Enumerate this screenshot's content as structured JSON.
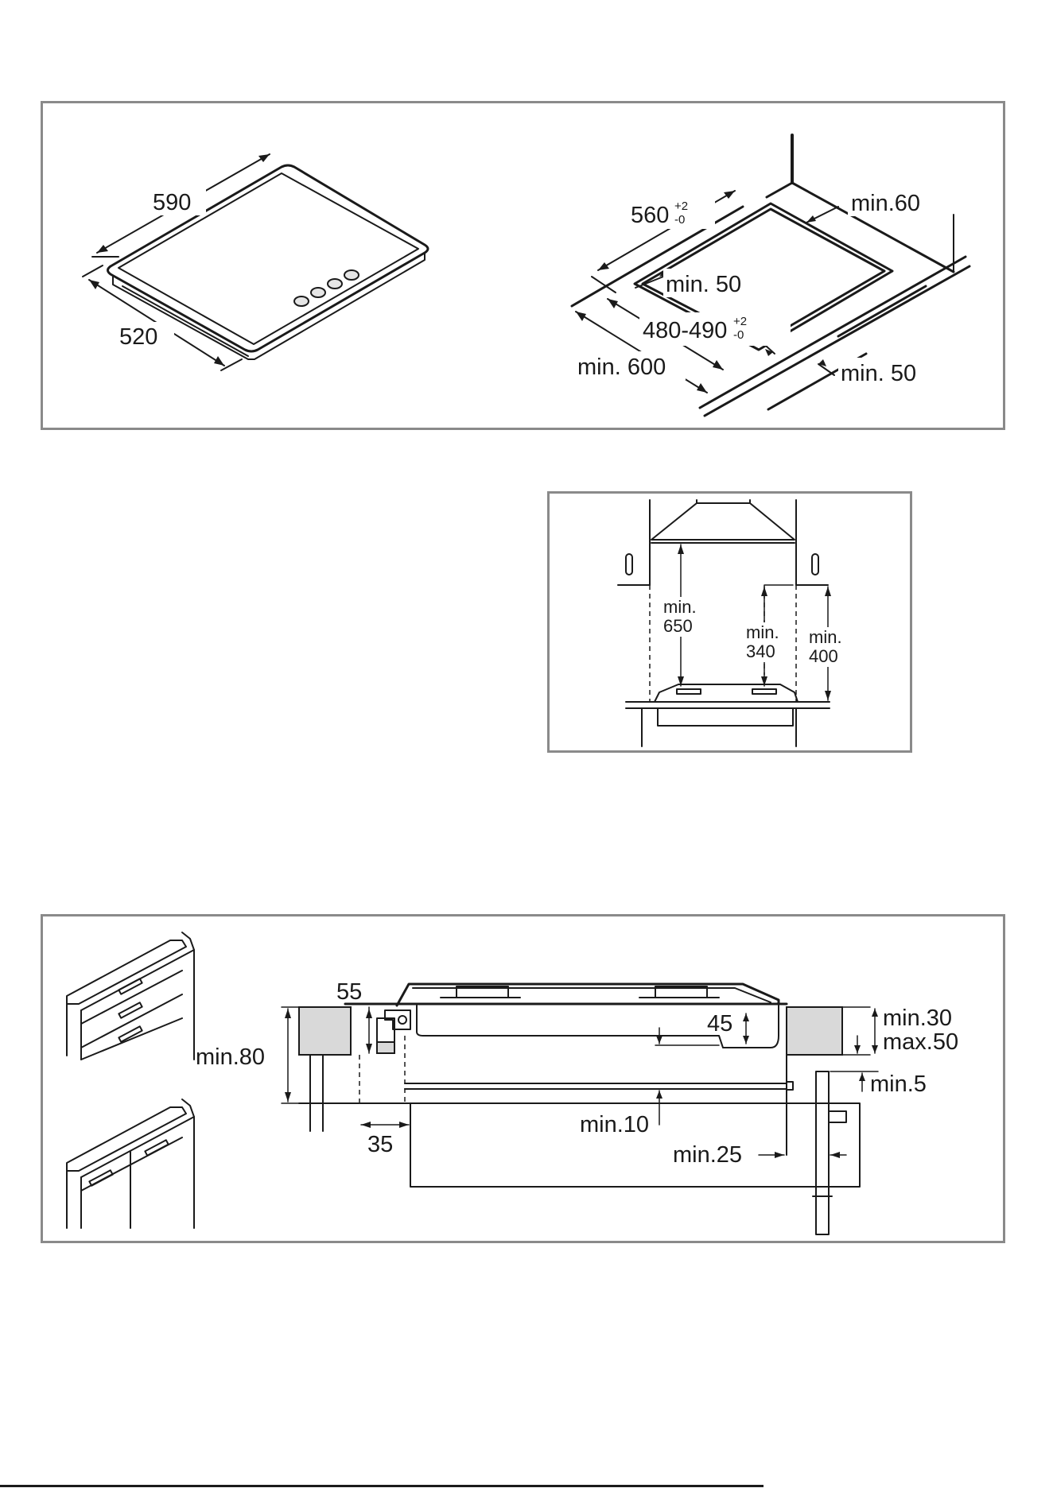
{
  "hob_dimensions": {
    "width": "590",
    "depth": "520"
  },
  "cutout": {
    "width_main": "560",
    "width_tol_plus": "+2",
    "width_tol_minus": "-0",
    "min_back": "min.60",
    "min_side": "min. 50",
    "depth_main": "480-490",
    "depth_tol_plus": "+2",
    "depth_tol_minus": "-0",
    "min_front": "min. 50",
    "min_worktop": "min. 600"
  },
  "hood": {
    "hood_min_label": "min.",
    "hood_min_value": "650",
    "cabinet_min_label": "min.",
    "cabinet_min_value": "340",
    "side_min_label": "min.",
    "side_min_value": "400"
  },
  "section": {
    "d55": "55",
    "min80": "min.80",
    "d45": "45",
    "min30": "min.30",
    "max50": "max.50",
    "min5": "min.5",
    "d35": "35",
    "min10": "min.10",
    "min25": "min.25"
  },
  "colors": {
    "frame": "#8a8a8a",
    "line": "#1a1a1a",
    "fill_block": "#d9d9d9"
  }
}
